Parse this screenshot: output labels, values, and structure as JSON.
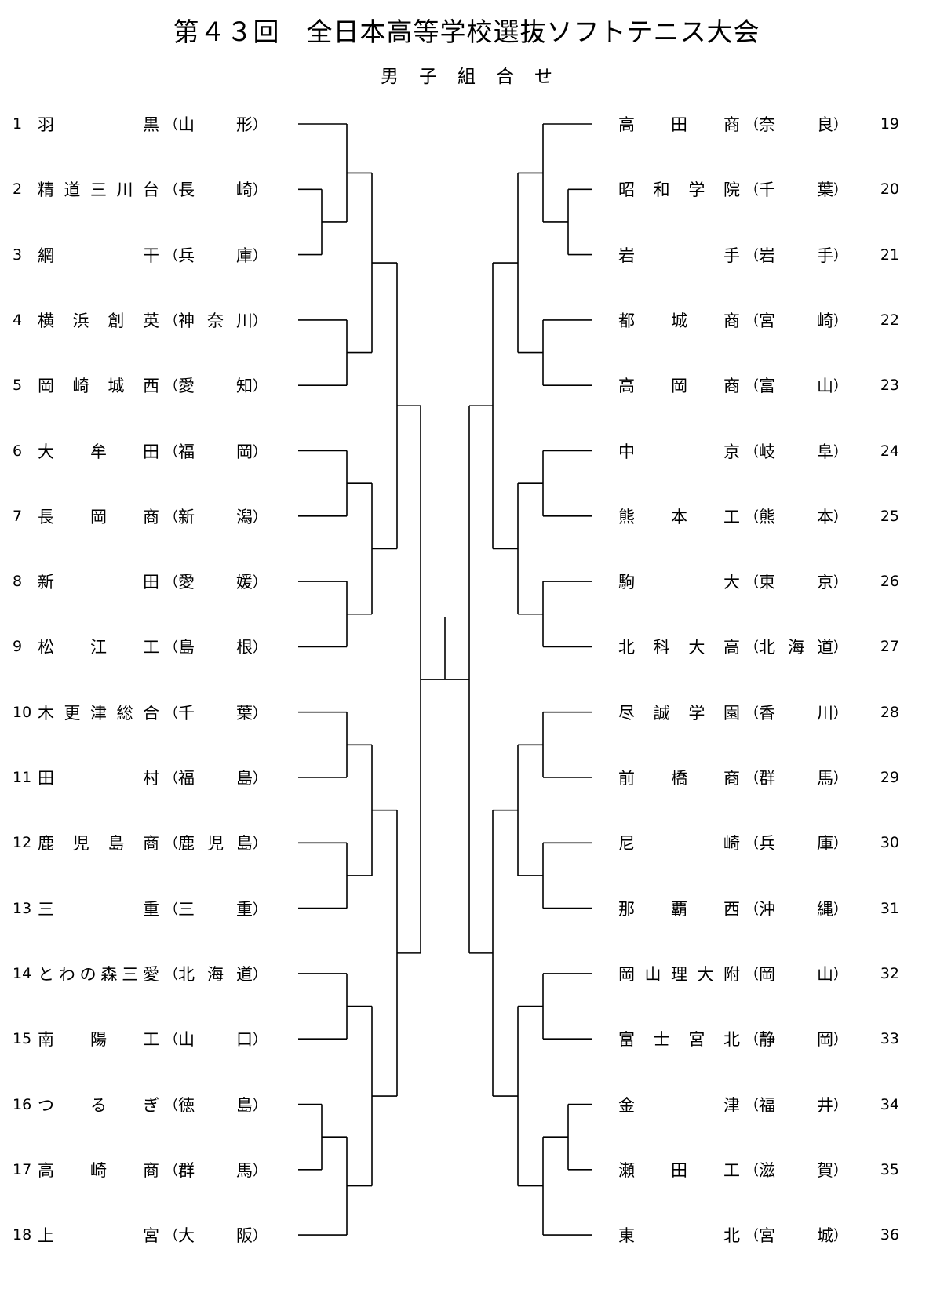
{
  "title": "第４３回　全日本高等学校選抜ソフトテニス大会",
  "subtitle": "男子組合せ",
  "left_entries": [
    {
      "no": "1",
      "school": "羽黒",
      "pref": "山形"
    },
    {
      "no": "2",
      "school": "精道三川台",
      "pref": "長崎"
    },
    {
      "no": "3",
      "school": "網干",
      "pref": "兵庫"
    },
    {
      "no": "4",
      "school": "横浜創英",
      "pref": "神奈川"
    },
    {
      "no": "5",
      "school": "岡崎城西",
      "pref": "愛知"
    },
    {
      "no": "6",
      "school": "大牟田",
      "pref": "福岡"
    },
    {
      "no": "7",
      "school": "長岡商",
      "pref": "新潟"
    },
    {
      "no": "8",
      "school": "新田",
      "pref": "愛媛"
    },
    {
      "no": "9",
      "school": "松江工",
      "pref": "島根"
    },
    {
      "no": "10",
      "school": "木更津総合",
      "pref": "千葉"
    },
    {
      "no": "11",
      "school": "田村",
      "pref": "福島"
    },
    {
      "no": "12",
      "school": "鹿児島商",
      "pref": "鹿児島"
    },
    {
      "no": "13",
      "school": "三重",
      "pref": "三重"
    },
    {
      "no": "14",
      "school": "とわの森三愛",
      "pref": "北海道"
    },
    {
      "no": "15",
      "school": "南陽工",
      "pref": "山口"
    },
    {
      "no": "16",
      "school": "つるぎ",
      "pref": "徳島"
    },
    {
      "no": "17",
      "school": "高崎商",
      "pref": "群馬"
    },
    {
      "no": "18",
      "school": "上宮",
      "pref": "大阪"
    }
  ],
  "right_entries": [
    {
      "no": "19",
      "school": "高田商",
      "pref": "奈良"
    },
    {
      "no": "20",
      "school": "昭和学院",
      "pref": "千葉"
    },
    {
      "no": "21",
      "school": "岩手",
      "pref": "岩手"
    },
    {
      "no": "22",
      "school": "都城商",
      "pref": "宮崎"
    },
    {
      "no": "23",
      "school": "高岡商",
      "pref": "富山"
    },
    {
      "no": "24",
      "school": "中京",
      "pref": "岐阜"
    },
    {
      "no": "25",
      "school": "熊本工",
      "pref": "熊本"
    },
    {
      "no": "26",
      "school": "駒大",
      "pref": "東京"
    },
    {
      "no": "27",
      "school": "北科大高",
      "pref": "北海道"
    },
    {
      "no": "28",
      "school": "尽誠学園",
      "pref": "香川"
    },
    {
      "no": "29",
      "school": "前橋商",
      "pref": "群馬"
    },
    {
      "no": "30",
      "school": "尼崎",
      "pref": "兵庫"
    },
    {
      "no": "31",
      "school": "那覇西",
      "pref": "沖縄"
    },
    {
      "no": "32",
      "school": "岡山理大附",
      "pref": "岡山"
    },
    {
      "no": "33",
      "school": "富士宮北",
      "pref": "静岡"
    },
    {
      "no": "34",
      "school": "金津",
      "pref": "福井"
    },
    {
      "no": "35",
      "school": "瀬田工",
      "pref": "滋賀"
    },
    {
      "no": "36",
      "school": "東北",
      "pref": "宮城"
    }
  ]
}
